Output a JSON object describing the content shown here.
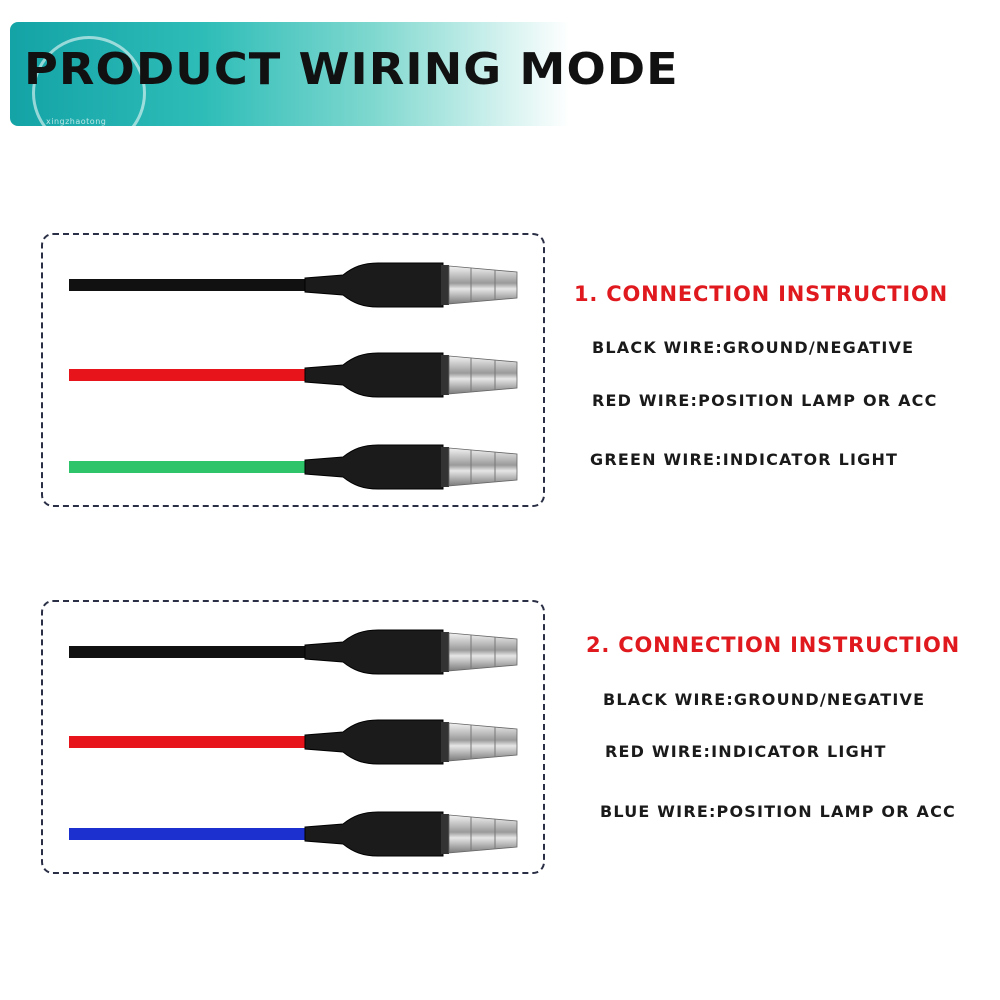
{
  "header": {
    "title": "PRODUCT WIRING MODE",
    "accent_color": "#14a3a6",
    "watermark_text": "xingzhaotong"
  },
  "sections": [
    {
      "title": "1. CONNECTION INSTRUCTION",
      "wires": [
        {
          "color": "#111111",
          "label": "BLACK WIRE:GROUND/NEGATIVE"
        },
        {
          "color": "#e8141b",
          "label": "RED WIRE:POSITION LAMP OR ACC"
        },
        {
          "color": "#2ec46a",
          "label": "GREEN WIRE:INDICATOR LIGHT"
        }
      ]
    },
    {
      "title": "2. CONNECTION INSTRUCTION",
      "wires": [
        {
          "color": "#111111",
          "label": "BLACK WIRE:GROUND/NEGATIVE"
        },
        {
          "color": "#e8141b",
          "label": "RED WIRE:INDICATOR LIGHT"
        },
        {
          "color": "#1c2fcf",
          "label": "BLUE WIRE:POSITION LAMP OR ACC"
        }
      ]
    }
  ]
}
